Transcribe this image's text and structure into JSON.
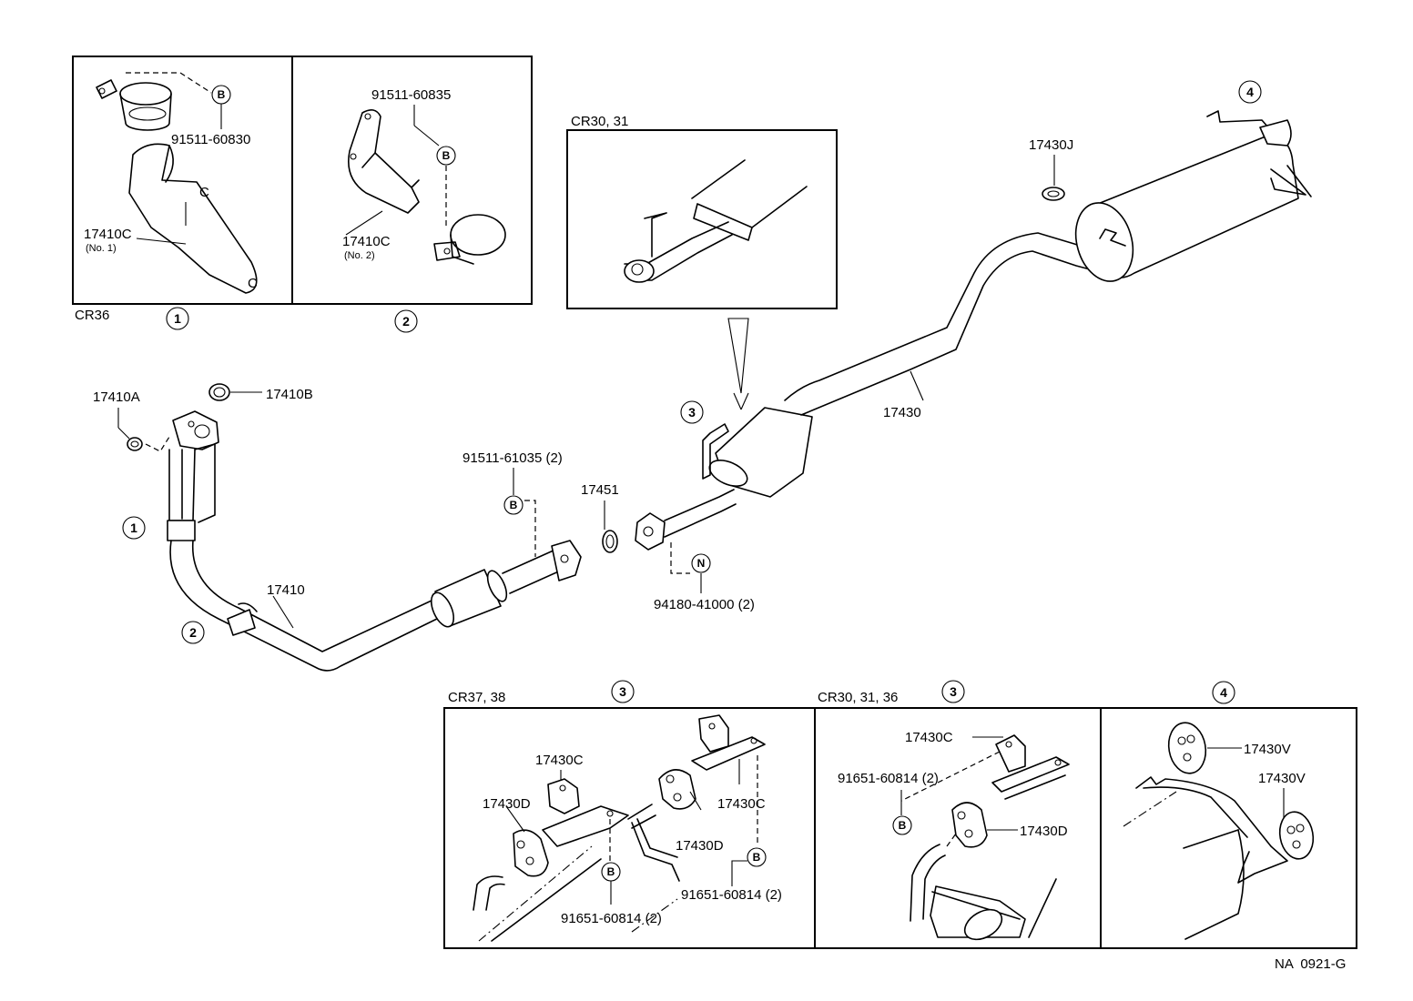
{
  "diagram": {
    "drawing_code": "NA  0921-G",
    "callouts": {
      "c1": "1",
      "c2": "2",
      "c3": "3",
      "c4": "4"
    },
    "bolt_letter": "B",
    "nut_letter": "N",
    "insets": {
      "cr36_label": "CR36",
      "cr30_31_label": "CR30, 31",
      "cr37_38_label": "CR37, 38",
      "cr30_31_36_label": "CR30, 31, 36"
    },
    "parts": {
      "p91511_60830": "91511-60830",
      "p17410C_no1": "17410C",
      "p17410C_no1_note": "(No. 1)",
      "p91511_60835": "91511-60835",
      "p17410C_no2": "17410C",
      "p17410C_no2_note": "(No. 2)",
      "p17430J": "17430J",
      "p17410A": "17410A",
      "p17410B": "17410B",
      "p91511_61035": "91511-61035 (2)",
      "p17451": "17451",
      "p17410": "17410",
      "p17430": "17430",
      "p94180_41000": "94180-41000 (2)",
      "p17430C_a": "17430C",
      "p17430D_a": "17430D",
      "p17430D_b": "17430D",
      "p17430C_b": "17430C",
      "p91651_a": "91651-60814 (2)",
      "p91651_b": "91651-60814 (2)",
      "p17430C_c": "17430C",
      "p91651_c": "91651-60814 (2)",
      "p17430D_c": "17430D",
      "p17430V_a": "17430V",
      "p17430V_b": "17430V"
    }
  }
}
